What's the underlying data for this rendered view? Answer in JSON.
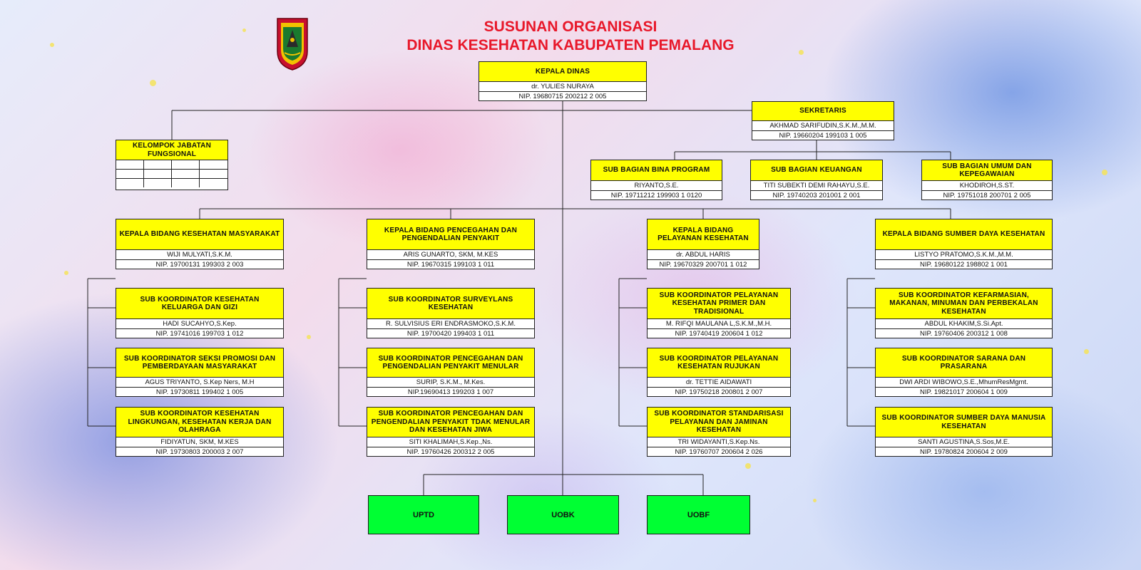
{
  "header": {
    "title_line1": "SUSUNAN ORGANISASI",
    "title_line2": "DINAS KESEHATAN KABUPATEN PEMALANG",
    "logo_icon": "regency-crest-icon"
  },
  "kepala_dinas": {
    "title": "KEPALA DINAS",
    "name": "dr. YULIES NURAYA",
    "nip": "NIP. 19680715 200212 2 005"
  },
  "sekretaris": {
    "title": "SEKRETARIS",
    "name": "AKHMAD SARIFUDIN,S.K.M.,M.M.",
    "nip": "NIP. 19660204 199103 1 005"
  },
  "fungsional": {
    "title": "KELOMPOK JABATAN FUNGSIONAL"
  },
  "sub_bagian": [
    {
      "title": "SUB BAGIAN BINA PROGRAM",
      "name": "RIYANTO,S.E.",
      "nip": "NIP. 19711212 199903 1 0120"
    },
    {
      "title": "SUB BAGIAN KEUANGAN",
      "name": "TITI SUBEKTI DEMI RAHAYU,S.E.",
      "nip": "NIP. 19740203 201001 2 001"
    },
    {
      "title": "SUB BAGIAN UMUM DAN KEPEGAWAIAN",
      "name": "KHODIROH,S.ST.",
      "nip": "NIP. 19751018 200701 2 005"
    }
  ],
  "bidang": [
    {
      "title": "KEPALA BIDANG KESEHATAN MASYARAKAT",
      "name": "WIJI MULYATI,S.K.M.",
      "nip": "NIP. 19700131 199303 2 003",
      "subs": [
        {
          "title": "SUB KOORDINATOR KESEHATAN KELUARGA DAN GIZI",
          "name": "HADI SUCAHYO,S.Kep.",
          "nip": "NIP. 19741016 199703 1 012"
        },
        {
          "title": "SUB KOORDINATOR SEKSI PROMOSI DAN PEMBERDAYAAN MASYARAKAT",
          "name": "AGUS TRIYANTO, S.Kep Ners, M.H",
          "nip": "NIP. 19730811 199402 1 005"
        },
        {
          "title": "SUB KOORDINATOR KESEHATAN LINGKUNGAN, KESEHATAN KERJA DAN OLAHRAGA",
          "name": "FIDIYATUN, SKM, M.KES",
          "nip": "NIP. 19730803 200003 2 007"
        }
      ]
    },
    {
      "title": "KEPALA BIDANG PENCEGAHAN DAN PENGENDALIAN PENYAKIT",
      "name": "ARIS GUNARTO, SKM, M.KES",
      "nip": "NIP. 19670315 199103 1 011",
      "subs": [
        {
          "title": "SUB KOORDINATOR SURVEYLANS KESEHATAN",
          "name": "R. SULVISIUS ERI ENDRASMOKO,S.K.M.",
          "nip": "NIP. 19700420 199403 1 011"
        },
        {
          "title": "SUB KOORDINATOR PENCEGAHAN DAN PENGENDALIAN PENYAKIT MENULAR",
          "name": "SURIP, S.K.M., M.Kes.",
          "nip": "NIP.19690413 199203 1 007"
        },
        {
          "title": "SUB KOORDINATOR PENCEGAHAN DAN PENGENDALIAN PENYAKIT TDAK MENULAR DAN KESEHATAN JIWA",
          "name": "SITI KHALIMAH,S.Kep.,Ns.",
          "nip": "NIP. 19760426 200312 2 005"
        }
      ]
    },
    {
      "title": "KEPALA BIDANG PELAYANAN KESEHATAN",
      "name": "dr. ABDUL HARIS",
      "nip": "NIP. 19670329 200701 1 012",
      "subs": [
        {
          "title": "SUB KOORDINATOR PELAYANAN KESEHATAN PRIMER DAN TRADISIONAL",
          "name": "M. RIFQI MAULANA L,S.K.M.,M.H.",
          "nip": "NIP. 19740419 200604 1 012"
        },
        {
          "title": "SUB KOORDINATOR PELAYANAN KESEHATAN RUJUKAN",
          "name": "dr. TETTIE AIDAWATI",
          "nip": "NIP. 19750218 200801 2 007"
        },
        {
          "title": "SUB KOORDINATOR STANDARISASI PELAYANAN DAN JAMINAN KESEHATAN",
          "name": "TRI WIDAYANTI,S.Kep.Ns.",
          "nip": "NIP. 19760707 200604 2 026"
        }
      ]
    },
    {
      "title": "KEPALA BIDANG SUMBER DAYA KESEHATAN",
      "name": "LISTYO PRATOMO,S.K.M.,M.M.",
      "nip": "NIP. 19680122 198802 1 001",
      "subs": [
        {
          "title": "SUB KOORDINATOR KEFARMASIAN, MAKANAN, MINUMAN DAN PERBEKALAN KESEHATAN",
          "name": "ABDUL KHAKIM,S.Si.Apt.",
          "nip": "NIP. 19760406 200312 1 008"
        },
        {
          "title": "SUB KOORDINATOR SARANA DAN PRASARANA",
          "name": "DWI ARDI WIBOWO,S.E.,MhumResMgmt.",
          "nip": "NIP. 19821017 200604 1 009"
        },
        {
          "title": "SUB KOORDINATOR SUMBER DAYA MANUSIA KESEHATAN",
          "name": "SANTI AGUSTINA,S.Sos,M.E.",
          "nip": "NIP. 19780824 200604 2 009"
        }
      ]
    }
  ],
  "units": [
    "UPTD",
    "UOBK",
    "UOBF"
  ],
  "colors": {
    "title": "#e8182a",
    "box_header": "#ffff00",
    "unit_box": "#00ff33"
  }
}
